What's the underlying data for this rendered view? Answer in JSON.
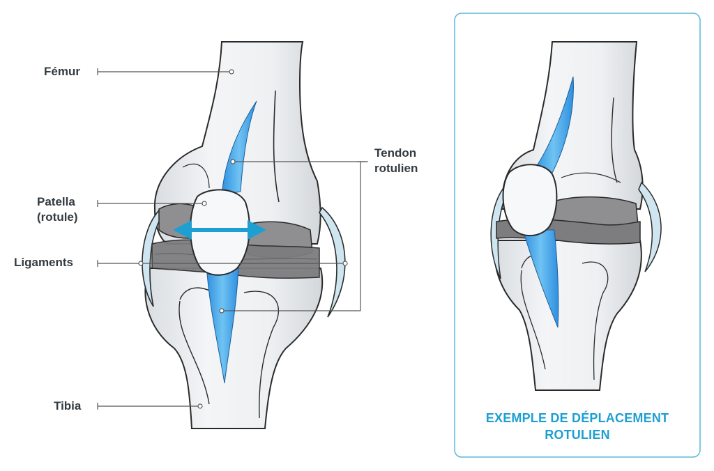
{
  "labels": {
    "femur": "Fémur",
    "patella": [
      "Patella",
      "(rotule)"
    ],
    "ligaments": "Ligaments",
    "tibia": "Tibia",
    "tendon": [
      "Tendon",
      "rotulien"
    ]
  },
  "caption": [
    "EXEMPLE DE DÉPLACEMENT",
    "ROTULIEN"
  ],
  "colors": {
    "tendon_blue": "#3a9ee4",
    "arrow_blue": "#1e9fd2",
    "cartilage_gray": "#8f8f91",
    "bone_fill": "#eef0f2",
    "outline": "#2a2a2a",
    "leader_line": "#555555",
    "panel_border": "#5bb8d8"
  }
}
